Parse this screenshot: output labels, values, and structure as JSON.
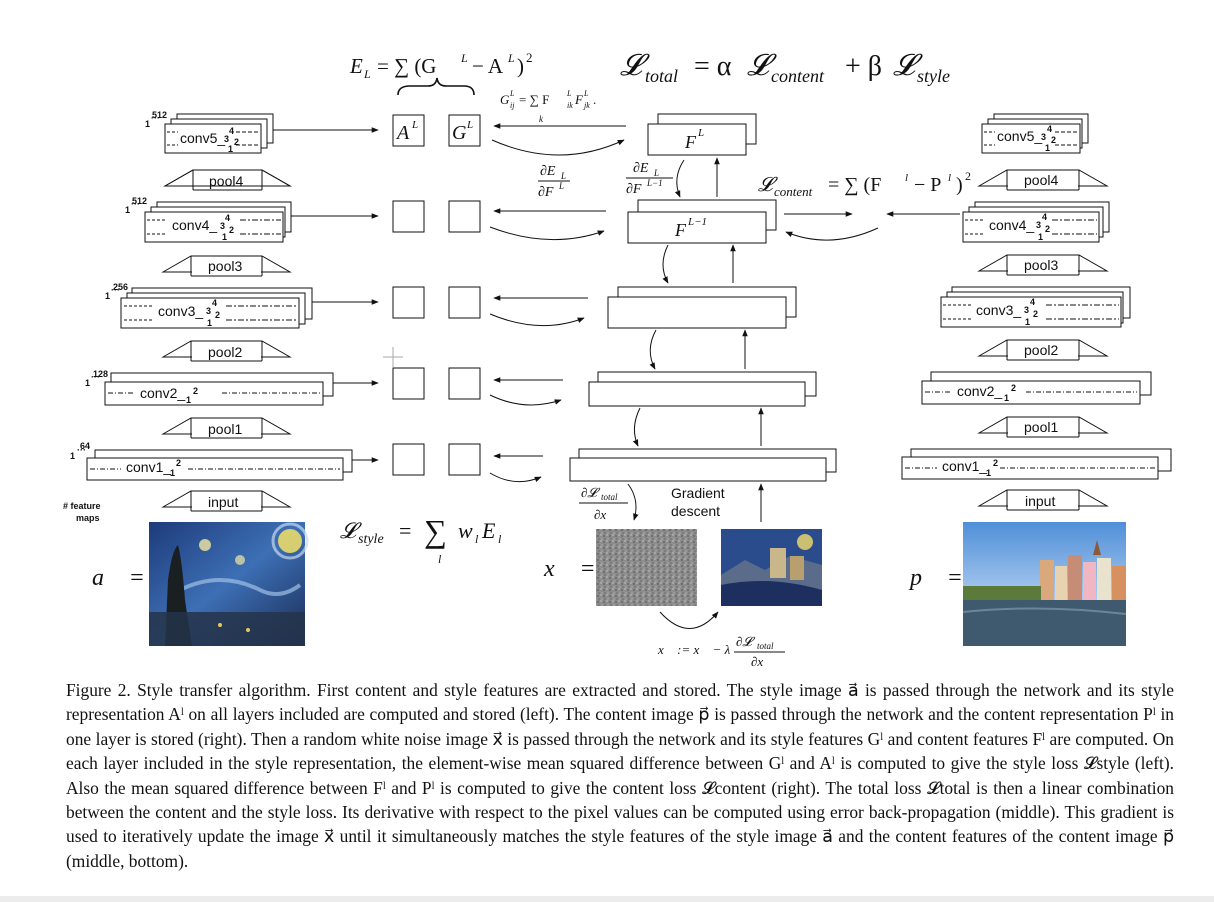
{
  "caption": "Figure 2. Style transfer algorithm. First content and style features are extracted and stored. The style image a⃗ is passed through the network and its style representation Aˡ on all layers included are computed and stored (left). The content image p⃗ is passed through the network and the content representation Pˡ in one layer is stored (right). Then a random white noise image x⃗ is passed through the network and its style features Gˡ and content features Fˡ are computed. On each layer included in the style representation, the element-wise mean squared difference between Gˡ and Aˡ is computed to give the style loss 𝓛style (left). Also the mean squared difference between Fˡ and Pˡ is computed to give the content loss 𝓛content (right). The total loss 𝓛total is then a linear combination between the content and the style loss. Its derivative with respect to the pixel values can be computed using error back-propagation (middle). This gradient is used to iteratively update the image x⃗ until it simultaneously matches the style features of the style image a⃗ and the content features of the content image p⃗ (middle, bottom).",
  "labels": {
    "conv5": "conv5_",
    "conv4": "conv4_",
    "conv3": "conv3_",
    "conv2": "conv2_",
    "conv1": "conv1_",
    "pool4": "pool4",
    "pool3": "pool3",
    "pool2": "pool2",
    "pool1": "pool1",
    "input": "input",
    "feature_maps_1": "# feature",
    "feature_maps_2": "maps",
    "gradient_1": "Gradient",
    "gradient_2": "descent"
  },
  "feature_counts": {
    "conv5": "512",
    "conv4": "512",
    "conv3": "256",
    "conv2": "128",
    "conv1": "64"
  },
  "equations": {
    "E_L": "E_L = Σ (G^L − A^L)²",
    "L_total": "𝓛total = α𝓛content + β𝓛style",
    "gram": "G^L_ij = Σ_k F^L_ik F^L_jk",
    "L_content": "𝓛content = Σ (F^l − P^l)²",
    "L_style": "𝓛style = Σ_l w_l E_l",
    "grad_EL_FL": "∂E_L / ∂F^L",
    "grad_EL_FL1": "∂E_L / ∂F^(L−1)",
    "grad_total": "∂𝓛total / ∂x⃗",
    "update": "x⃗ := x⃗ − λ ∂𝓛total / ∂x⃗"
  },
  "math_labels": {
    "a_eq": "a⃗ =",
    "x_eq": "x⃗ =",
    "p_eq": "p⃗ =",
    "A_L": "A",
    "G_L": "G",
    "F_L": "F",
    "F_L1": "F",
    "sup_L": "L",
    "sup_L1": "L−1"
  },
  "colors": {
    "ink": "#111111",
    "noise": "#8a8a8a",
    "sky": "#6f9fd8"
  }
}
